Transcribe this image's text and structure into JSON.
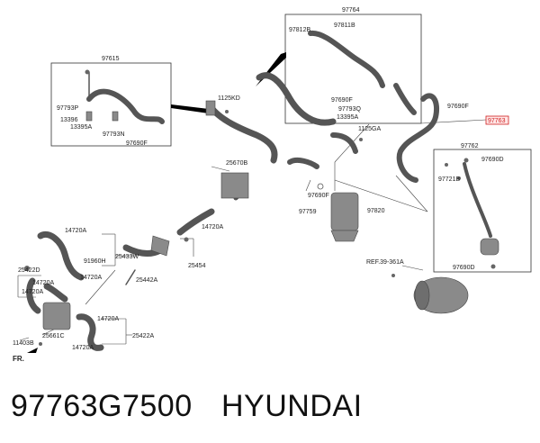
{
  "caption": {
    "part_number": "97763G7500",
    "brand": "HYUNDAI"
  },
  "diagram": {
    "direction_marker": "FR.",
    "labels": {
      "l97764": "97764",
      "l97812B": "97812B",
      "l97811B": "97811B",
      "l97690Fa": "97690F",
      "l97793Q": "97793Q",
      "l13395Aa": "13395A",
      "l97690Fb": "97690F",
      "l97763": "97763",
      "l1125GA": "1125GA",
      "l97615": "97615",
      "l97793P": "97793P",
      "l13396": "13396",
      "l13395Ab": "13395A",
      "l97793N": "97793N",
      "l97690Fc": "97690F",
      "l1125KD": "1125KD",
      "l25670B": "25670B",
      "l97690Fd": "97690F",
      "l97759": "97759",
      "l97820": "97820",
      "l97762": "97762",
      "l97690Da": "97690D",
      "l97721B": "97721B",
      "l97690Db": "97690D",
      "lREF": "REF.39-361A",
      "l14720Aa": "14720A",
      "l25433W": "25433W",
      "l91960H": "91960H",
      "l14720Ab": "14720A",
      "l25442A": "25442A",
      "l14720Ac": "14720A",
      "l25454": "25454",
      "l25422D": "25422D",
      "l14720Ad": "14720A",
      "l14720Ae": "14720A",
      "l25661C": "25661C",
      "l11403B": "11403B",
      "l14720Af": "14720A",
      "l25422A": "25422A",
      "l14720Ag": "14720A"
    }
  }
}
